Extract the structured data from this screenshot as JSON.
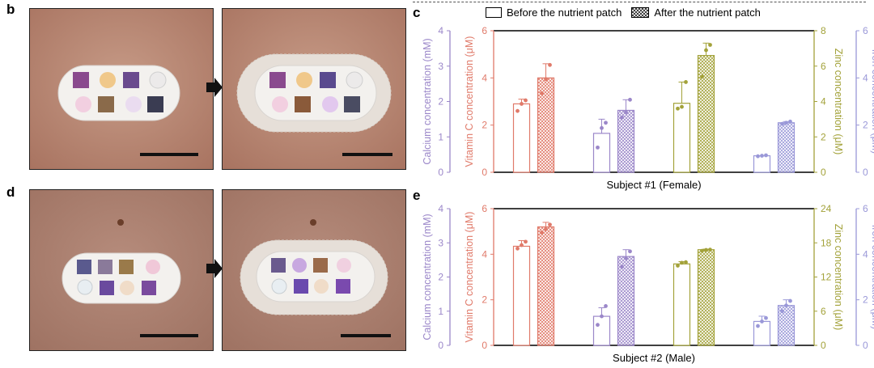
{
  "panel_labels": {
    "b": "b",
    "c": "c",
    "d": "d",
    "e": "e"
  },
  "legend": {
    "before": "Before the nutrient patch",
    "after": "After the nutrient patch"
  },
  "colors": {
    "calcium": "#9b87c9",
    "vitamin_c": "#e07a6a",
    "zinc": "#a3a23a",
    "iron": "#9a98d8",
    "skin": "#b88a78"
  },
  "chart_data": [
    {
      "type": "bar",
      "title": "Subject #1 (Female)",
      "categories": [
        "Vitamin C",
        "Calcium",
        "Zinc",
        "Iron"
      ],
      "series": [
        {
          "name": "Before the nutrient patch",
          "values": [
            2.9,
            1.1,
            3.9,
            0.7
          ]
        },
        {
          "name": "After the nutrient patch",
          "values": [
            4.0,
            1.75,
            6.6,
            2.1
          ]
        }
      ],
      "error_top": [
        [
          3.1,
          1.5,
          5.1,
          0.7
        ],
        [
          4.6,
          2.05,
          7.3,
          2.15
        ]
      ],
      "points": [
        [
          [
            2.6,
            2.9,
            3.05
          ],
          [
            0.7,
            1.25,
            1.4
          ],
          [
            3.6,
            3.7,
            5.1
          ],
          [
            0.68,
            0.7,
            0.72
          ]
        ],
        [
          [
            3.35,
            3.95,
            4.55
          ],
          [
            1.55,
            1.7,
            2.05
          ],
          [
            5.4,
            6.9,
            7.2
          ],
          [
            2.05,
            2.1,
            2.15
          ]
        ]
      ],
      "axes": {
        "calcium": {
          "label": "Calcium concentration (mM)",
          "ylim": [
            0,
            4
          ],
          "ticks": [
            "0",
            "1",
            "2",
            "3",
            "4"
          ]
        },
        "vitamin_c": {
          "label": "Vitamin C concentration (μM)",
          "ylim": [
            0,
            6
          ],
          "ticks": [
            "0",
            "2",
            "4",
            "6"
          ]
        },
        "zinc": {
          "label": "Zinc concentration (μM)",
          "ylim": [
            0,
            8
          ],
          "ticks": [
            "0",
            "2",
            "4",
            "6",
            "8"
          ]
        },
        "iron": {
          "label": "Iron concentration (μM)",
          "ylim": [
            0,
            6
          ],
          "ticks": [
            "0",
            "2",
            "4",
            "6"
          ]
        }
      }
    },
    {
      "type": "bar",
      "title": "Subject #2 (Male)",
      "categories": [
        "Vitamin C",
        "Calcium",
        "Zinc",
        "Iron"
      ],
      "series": [
        {
          "name": "Before the nutrient patch",
          "values": [
            4.35,
            0.85,
            14.3,
            1.05
          ]
        },
        {
          "name": "After the nutrient patch",
          "values": [
            5.2,
            2.6,
            16.8,
            1.75
          ]
        }
      ],
      "error_top": [
        [
          4.6,
          1.1,
          14.7,
          1.28
        ],
        [
          5.4,
          2.8,
          16.9,
          2.0
        ]
      ],
      "points": [
        [
          [
            4.25,
            4.4,
            4.55
          ],
          [
            0.6,
            0.85,
            1.15
          ],
          [
            14.0,
            14.5,
            14.6
          ],
          [
            0.85,
            1.05,
            1.2
          ]
        ],
        [
          [
            4.95,
            5.1,
            5.3
          ],
          [
            2.3,
            2.55,
            2.75
          ],
          [
            16.6,
            16.75,
            16.8
          ],
          [
            1.5,
            1.75,
            1.95
          ]
        ]
      ],
      "axes": {
        "calcium": {
          "label": "Calcium concentration (mM)",
          "ylim": [
            0,
            4
          ],
          "ticks": [
            "0",
            "1",
            "2",
            "3",
            "4"
          ]
        },
        "vitamin_c": {
          "label": "Vitamin C concentration (μM)",
          "ylim": [
            0,
            6
          ],
          "ticks": [
            "0",
            "2",
            "4",
            "6"
          ]
        },
        "zinc": {
          "label": "Zinc concentration (μM)",
          "ylim": [
            0,
            24
          ],
          "ticks": [
            "0",
            "6",
            "12",
            "18",
            "24"
          ]
        },
        "iron": {
          "label": "Iron concentration (μM)",
          "ylim": [
            0,
            6
          ],
          "ticks": [
            "0",
            "2",
            "4",
            "6"
          ]
        }
      }
    }
  ]
}
